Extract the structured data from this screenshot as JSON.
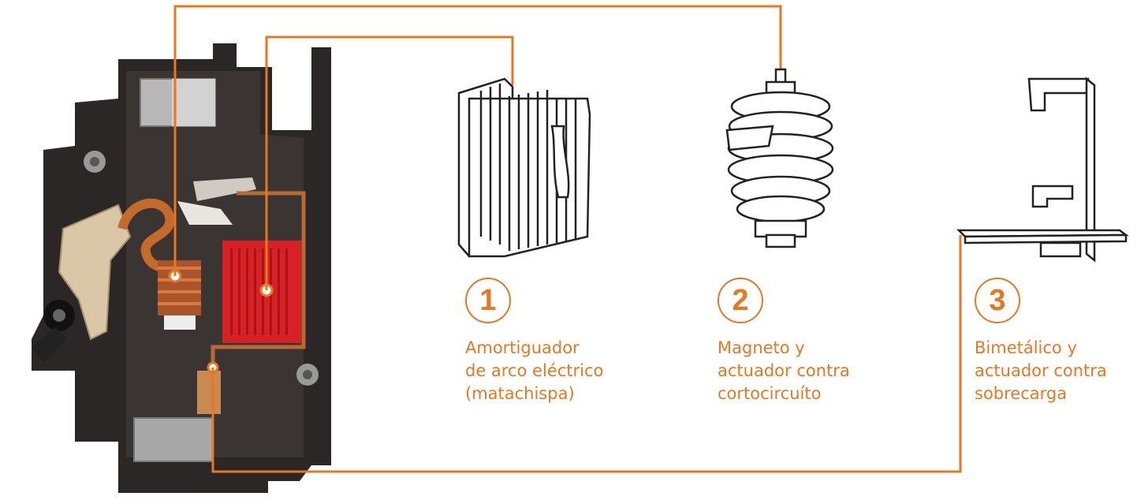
{
  "accent_color": "#e87722",
  "components": [
    {
      "number": "1",
      "icon": "arc-chute-icon",
      "label_lines": [
        "Amortiguador",
        "de arco eléctrico",
        "(matachispa)"
      ]
    },
    {
      "number": "2",
      "icon": "magnet-coil-icon",
      "label_lines": [
        "Magneto y",
        "actuador contra",
        "cortocircuíto"
      ]
    },
    {
      "number": "3",
      "icon": "bimetal-strip-icon",
      "label_lines": [
        "Bimetálico y",
        "actuador contra",
        "sobrecarga"
      ]
    }
  ]
}
